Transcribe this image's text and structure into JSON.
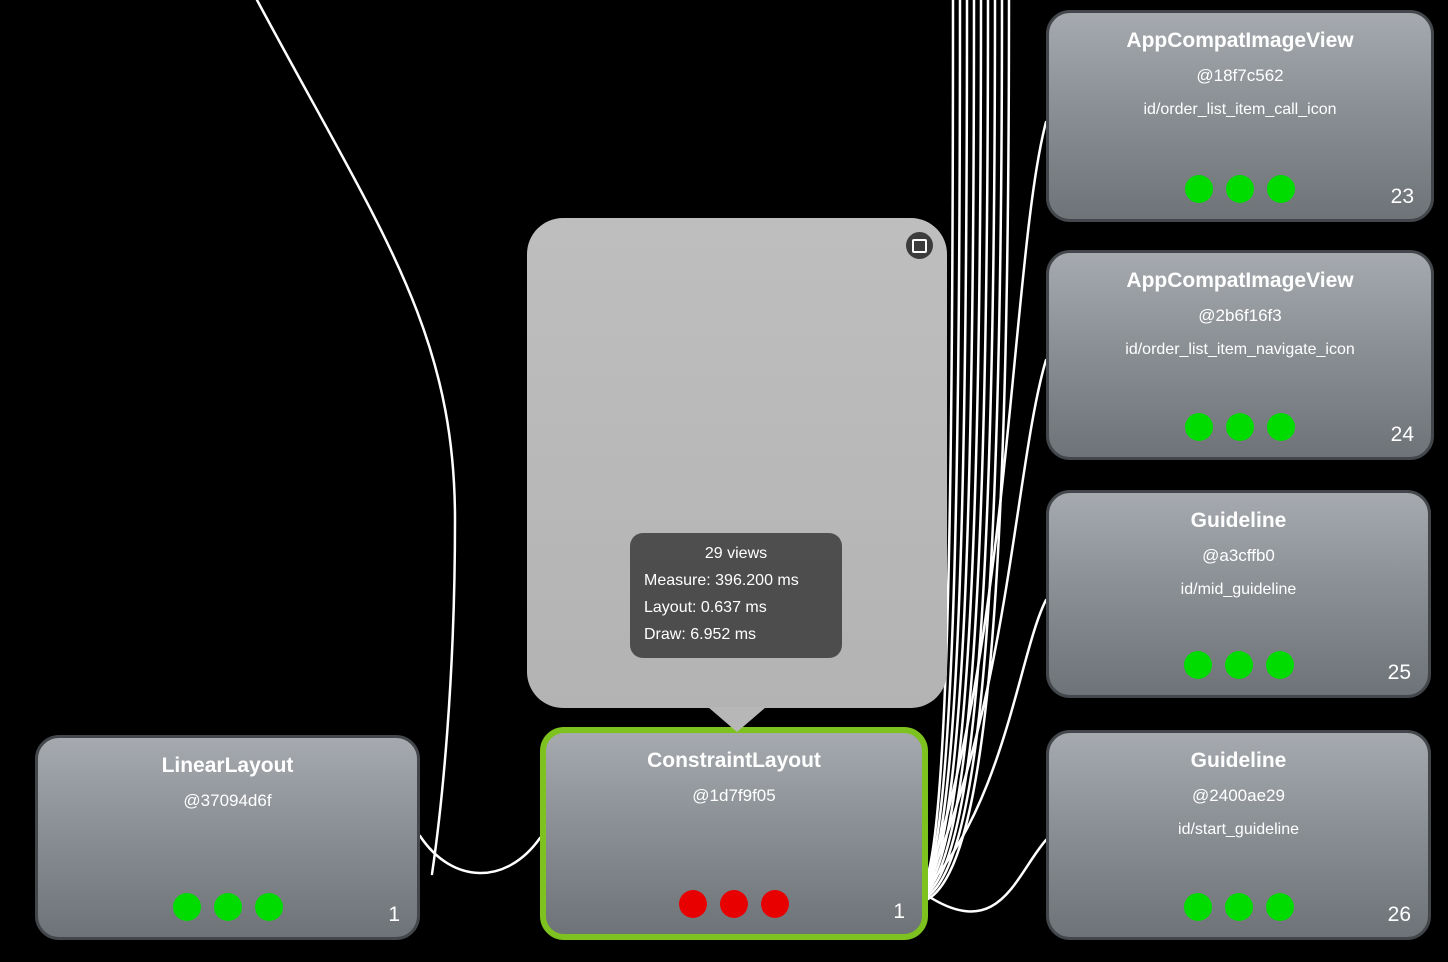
{
  "colors": {
    "canvas": "#000000",
    "edge": "#ffffff",
    "dot_green": "#00dc00",
    "dot_red": "#e80000",
    "selection_border": "#7dc21e",
    "card_gradient_top": "#a6aaaf",
    "card_gradient_bottom": "#6e7378",
    "preview_background": "#b9b9b9",
    "tooltip_background": "#484848"
  },
  "icons": {
    "preview_button": "window-restore-icon"
  },
  "preview_tooltip": {
    "views": "29 views",
    "measure": "Measure: 396.200 ms",
    "layout": "Layout: 0.637 ms",
    "draw": "Draw: 6.952 ms"
  },
  "nodes": [
    {
      "title": "LinearLayout",
      "address": "@37094d6f",
      "view_id": "",
      "count": "1",
      "dots": "green",
      "selected": false
    },
    {
      "title": "ConstraintLayout",
      "address": "@1d7f9f05",
      "view_id": "",
      "count": "1",
      "dots": "red",
      "selected": true
    },
    {
      "title": "AppCompatImageView",
      "address": "@18f7c562",
      "view_id": "id/order_list_item_call_icon",
      "count": "23",
      "dots": "green",
      "selected": false
    },
    {
      "title": "AppCompatImageView",
      "address": "@2b6f16f3",
      "view_id": "id/order_list_item_navigate_icon",
      "count": "24",
      "dots": "green",
      "selected": false
    },
    {
      "title": "Guideline",
      "address": "@a3cffb0",
      "view_id": "id/mid_guideline",
      "count": "25",
      "dots": "green",
      "selected": false
    },
    {
      "title": "Guideline",
      "address": "@2400ae29",
      "view_id": "id/start_guideline",
      "count": "26",
      "dots": "green",
      "selected": false
    }
  ]
}
